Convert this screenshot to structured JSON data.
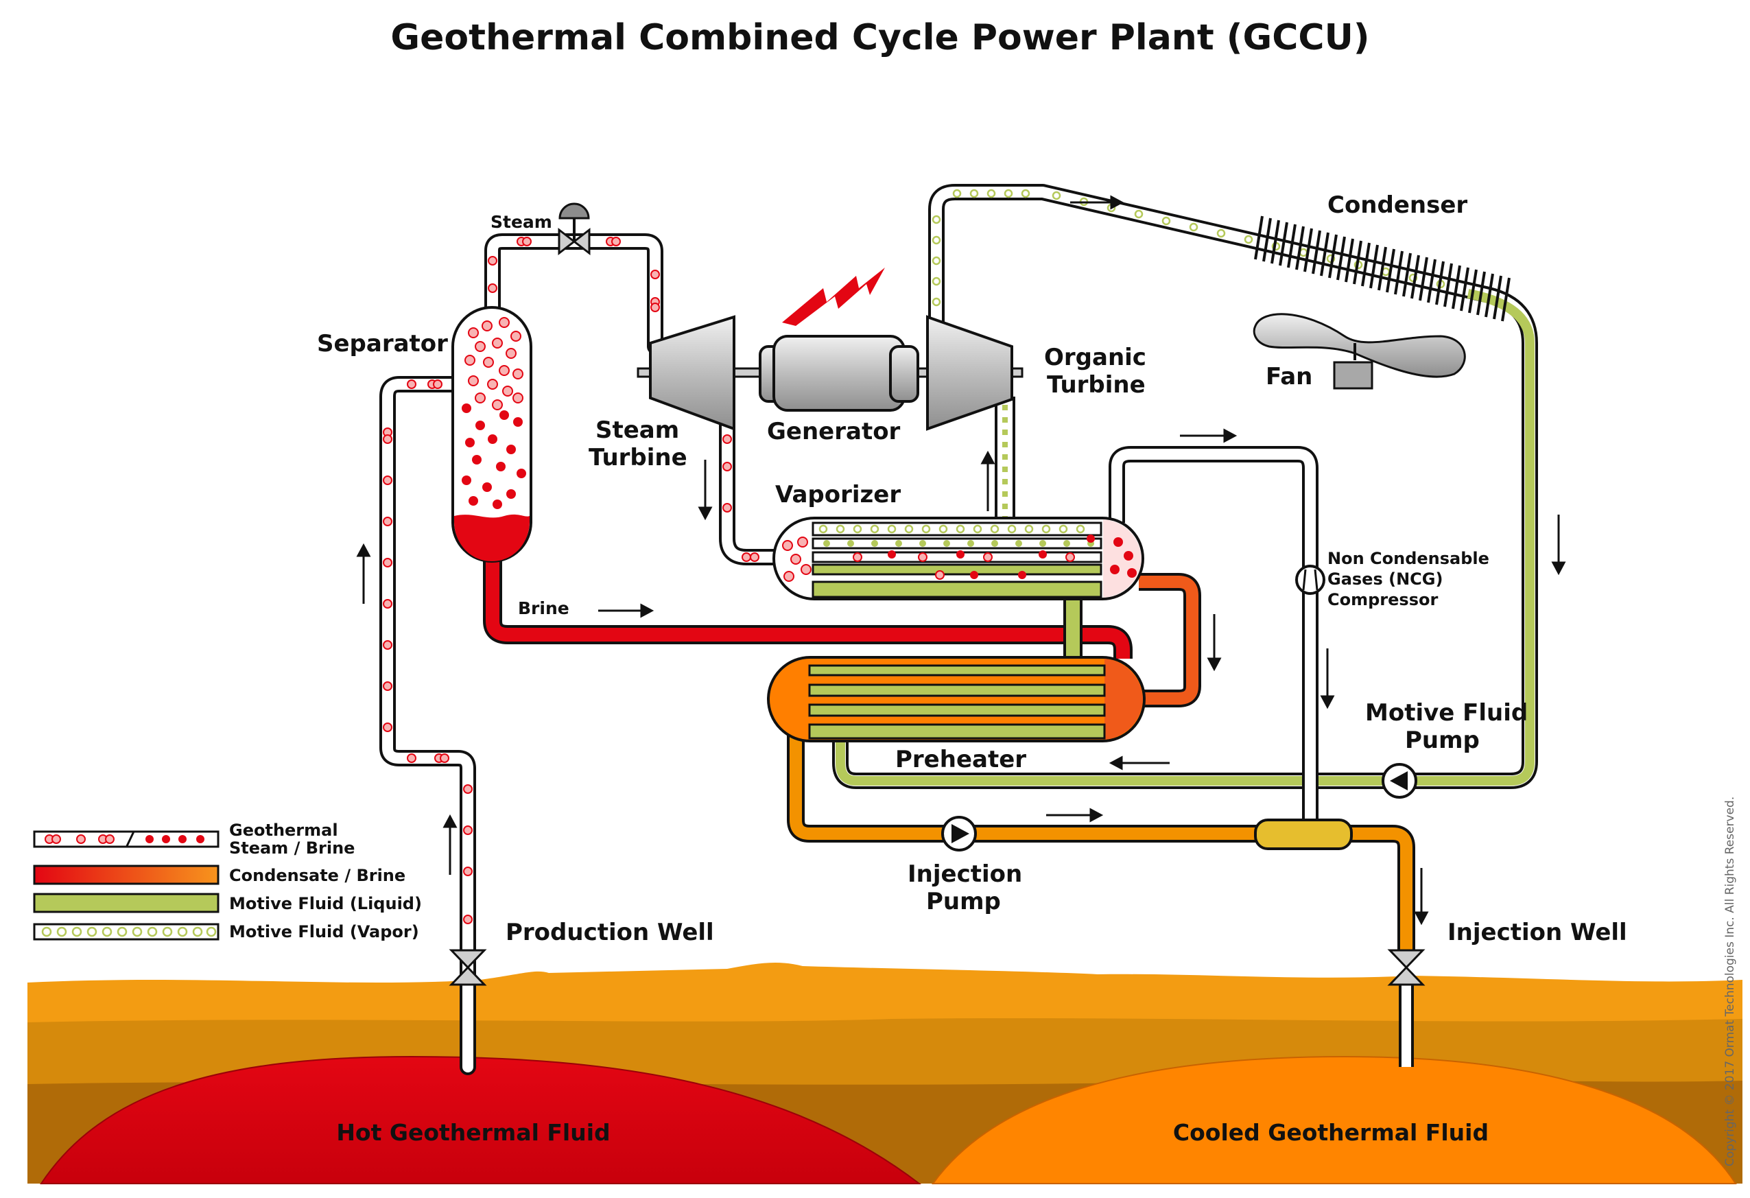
{
  "title": "Geothermal Combined Cycle Power Plant (GCCU)",
  "labels": {
    "steam": "Steam",
    "separator": "Separator",
    "steam_turbine_1": "Steam",
    "steam_turbine_2": "Turbine",
    "generator": "Generator",
    "organic_turbine_1": "Organic",
    "organic_turbine_2": "Turbine",
    "condenser": "Condenser",
    "fan": "Fan",
    "vaporizer": "Vaporizer",
    "brine": "Brine",
    "ncg_1": "Non Condensable",
    "ncg_2": "Gases (NCG)",
    "ncg_3": "Compressor",
    "motive_pump_1": "Motive Fluid",
    "motive_pump_2": "Pump",
    "preheater": "Preheater",
    "injection_pump_1": "Injection",
    "injection_pump_2": "Pump",
    "production_well": "Production Well",
    "injection_well": "Injection Well",
    "hot_fluid": "Hot Geothermal Fluid",
    "cooled_fluid": "Cooled Geothermal Fluid"
  },
  "legend": {
    "steam_brine_1": "Geothermal",
    "steam_brine_2": "Steam / Brine",
    "condensate": "Condensate / Brine",
    "motive_liquid": "Motive Fluid (Liquid)",
    "motive_vapor": "Motive Fluid (Vapor)"
  },
  "copyright": "Copyright © 2017 Ormat Technologies Inc. All Rights Reserved.",
  "colors": {
    "brine_red": "#e30613",
    "condensate_orange": "#f39200",
    "preheater_orange": "#ff7f00",
    "motive_green": "#b5c95a",
    "ground_light": "#f39c12",
    "ground_mid": "#d68a0c",
    "ground_dark": "#b06b08",
    "equipment_gray": "#c8c8c8",
    "ncg_yellow": "#e6be2e"
  }
}
